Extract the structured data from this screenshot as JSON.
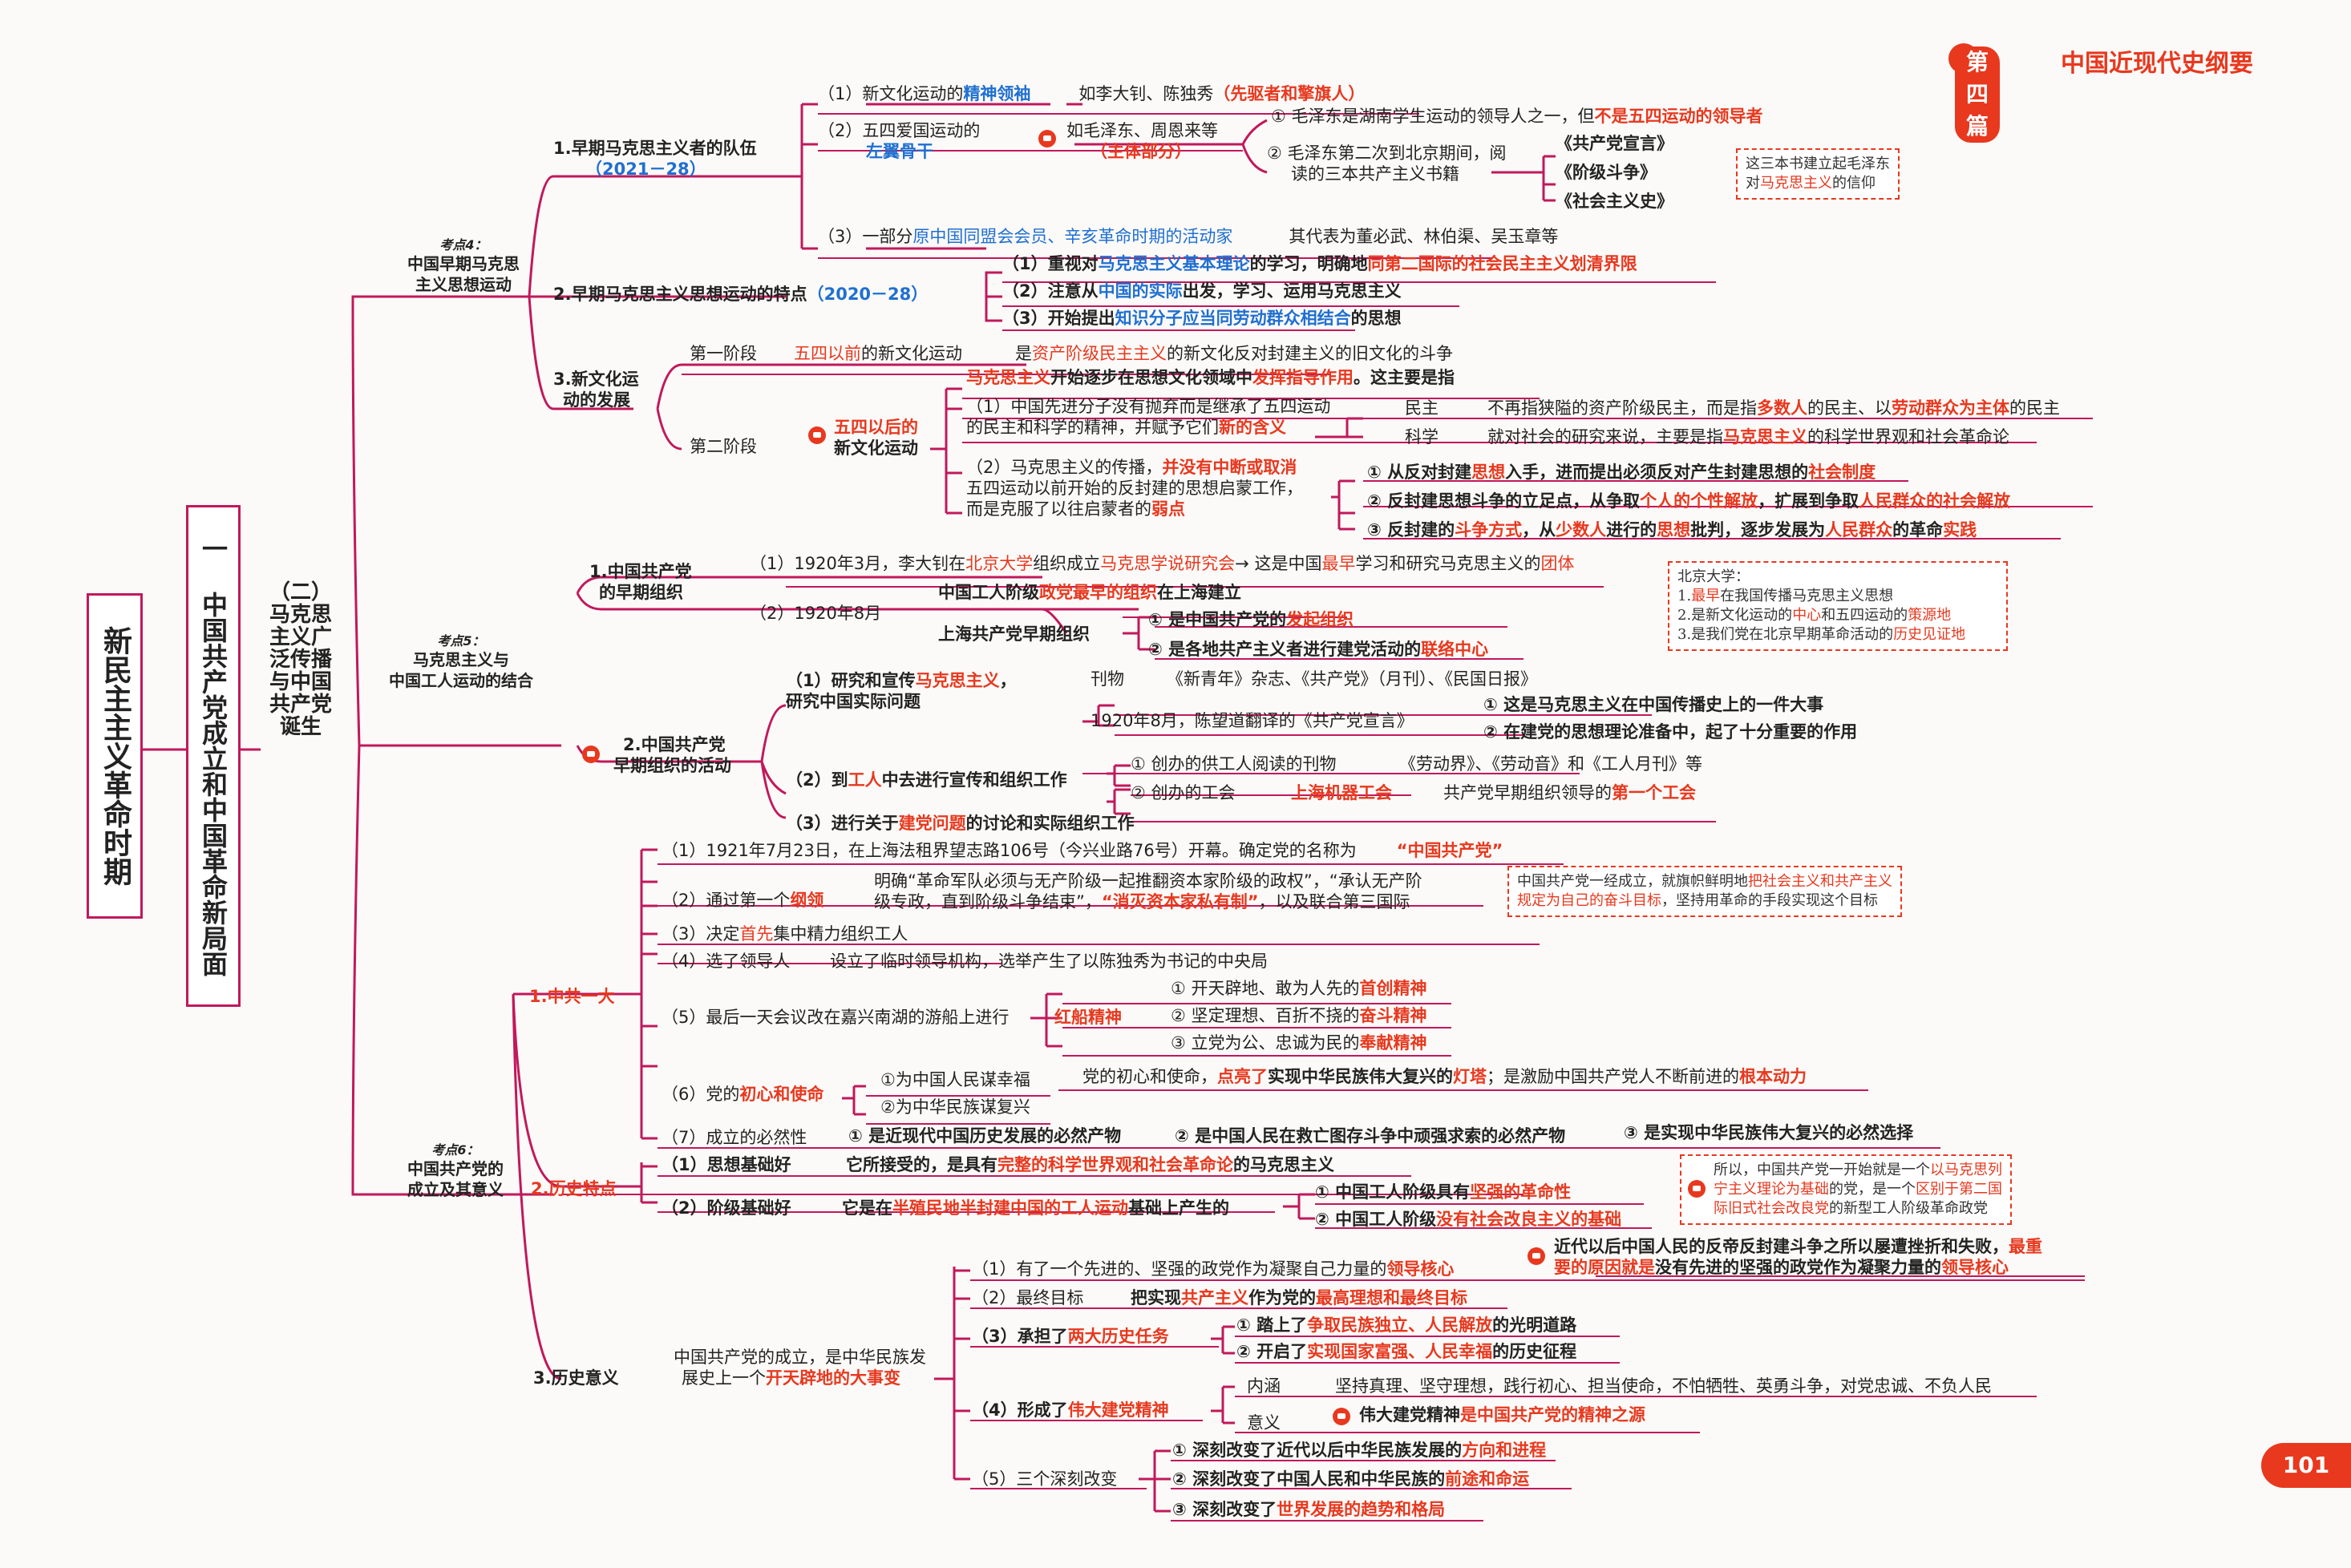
{
  "header": {
    "badge": "第四篇",
    "title": "中国近现代史纲要"
  },
  "page_number": "101",
  "root": "新民主主义革命时期",
  "chapter": "一 中国共产党成立和中国革命新局面",
  "section": "（二）马克思主义广泛传播与中国共产党诞生",
  "kd4": {
    "tag": "考点4：",
    "title1": "中国早期马克思",
    "title2": "主义思想运动"
  },
  "kd5": {
    "tag": "考点5：",
    "title1": "马克思主义与",
    "title2": "中国工人运动的结合"
  },
  "kd6": {
    "tag": "考点6：",
    "title1": "中国共产党的",
    "title2": "成立及其意义"
  },
  "a1": {
    "title": "1.早期马克思主义者的队伍",
    "year": "（2021－28）",
    "i1a": "（1）新文化运动的",
    "i1b": "精神领袖",
    "i1c": "如李大钊、陈独秀",
    "i1d": "（先驱者和擎旗人）",
    "i2a": "（2）五四爱国运动的",
    "i2b": "左翼骨干",
    "i2c": "如毛泽东、周恩来等",
    "i2d": "（主体部分）",
    "m1a": "① 毛泽东是湖南学生运动的领导人之一，但",
    "m1b": "不是五四运动的领导者",
    "m2a": "② 毛泽东第二次到北京期间，阅",
    "m2b": "读的三本共产主义书籍",
    "books": [
      "《共产党宣言》",
      "《阶级斗争》",
      "《社会主义史》"
    ],
    "note1": "这三本书建立起毛泽东",
    "note2a": "对",
    "note2b": "马克思主义",
    "note2c": "的信仰",
    "i3a": "（3）一部分",
    "i3b": "原中国同盟会会员、辛亥革命时期的活动家",
    "i3c": "其代表为董必武、林伯渠、吴玉章等"
  },
  "a2": {
    "title": "2.早期马克思主义思想运动的特点",
    "year": "（2020－28）",
    "p1a": "（1）重视对",
    "p1b": "马克思主义基本理论",
    "p1c": "的学习，明确地",
    "p1d": "同第二国际的社会民主主义划清界限",
    "p2a": "（2）注意从",
    "p2b": "中国的实际",
    "p2c": "出发，学习、运用马克思主义",
    "p3a": "（3）开始提出",
    "p3b": "知识分子应当同劳动群众相结合",
    "p3c": "的思想"
  },
  "a3": {
    "title1": "3.新文化运",
    "title2": "动的发展",
    "s1": "第一阶段",
    "s1a": "五四以前",
    "s1b": "的新文化运动",
    "s1c": "是",
    "s1d": "资产阶级民主主义",
    "s1e": "的新文化反对封建主义的旧文化的斗争",
    "s2": "第二阶段",
    "s2a": "五四以后的",
    "s2b": "新文化运动",
    "s2m1": "马克思主义",
    "s2m2": "开始逐步在思想文化领域中",
    "s2m3": "发挥指导作用",
    "s2m4": "。这主要是指",
    "c1a": "（1）中国先进分子没有抛弃而是继承了五四运动",
    "c1b": "的民主和科学的精神，并赋予它们",
    "c1c": "新的含义",
    "dm": "民主",
    "dm1": "不再指狭隘的资产阶级民主，而是指",
    "dm2": "多数人",
    "dm3": "的民主、以",
    "dm4": "劳动群众为主体",
    "dm5": "的民主",
    "kx": "科学",
    "kx1": "就对社会的研究来说，主要是指",
    "kx2": "马克思主义",
    "kx3": "的科学世界观和社会革命论",
    "c2a": "（2）马克思主义的传播，",
    "c2b": "并没有中断或取消",
    "c2c": "五四运动以前开始的反封建的思想启蒙工作，",
    "c2d": "而是克服了以往启蒙者的",
    "c2e": "弱点",
    "w1a": "① 从反对封建",
    "w1b": "思想",
    "w1c": "入手，进而提出必须反对产生封建思想的",
    "w1d": "社会制度",
    "w2a": "② 反封建思想斗争的立足点，从争取",
    "w2b": "个人的个性解放",
    "w2c": "，扩展到争取",
    "w2d": "人民群众的社会解放",
    "w3a": "③ 反封建的",
    "w3b": "斗争方式",
    "w3c": "，从",
    "w3d": "少数人",
    "w3e": "进行的",
    "w3f": "思想",
    "w3g": "批判，逐步发展为",
    "w3h": "人民群众",
    "w3i": "的革命",
    "w3j": "实践"
  },
  "b1": {
    "title1": "1.中国共产党",
    "title2": "的早期组织",
    "r1a": "（1）1920年3月，李大钊在",
    "r1b": "北京大学",
    "r1c": "组织成立",
    "r1d": "马克思学说研究会",
    "r1e": "→ 这是中国",
    "r1f": "最早",
    "r1g": "学习和研究马克思主义的",
    "r1h": "团体",
    "r2": "（2）1920年8月",
    "r2a": "中国工人阶级",
    "r2b": "政党最早的组织",
    "r2c": "在上海建立",
    "r2d": "上海共产党早期组织",
    "r2e": "① 是中国共产党的",
    "r2f": "发起组织",
    "r2g": "② 是各地共产主义者进行建党活动的",
    "r2h": "联络中心",
    "note_t": "北京大学：",
    "note1a": "1.",
    "note1b": "最早",
    "note1c": "在我国传播马克思主义思想",
    "note2a": "2.是新文化运动的",
    "note2b": "中心",
    "note2c": "和五四运动的",
    "note2d": "策源地",
    "note3a": "3.是我们党在北京早期革命活动的",
    "note3b": "历史见证地"
  },
  "b2": {
    "title1": "2.中国共产党",
    "title2": "早期组织的活动",
    "a1a": "（1）研究和宣传",
    "a1b": "马克思主义",
    "a1c": "，",
    "a1d": "研究中国实际问题",
    "kw": "刊物",
    "kw1": "《新青年》杂志、《共产党》（月刊）、《民国日报》",
    "xy": "1920年8月，陈望道翻译的《共产党宣言》",
    "xy1": "① 这是马克思主义在中国传播史上的一件大事",
    "xy2": "② 在建党的思想理论准备中，起了十分重要的作用",
    "a2a": "（2）到",
    "a2b": "工人",
    "a2c": "中去进行宣传和组织工作",
    "g1": "① 创办的供工人阅读的刊物",
    "g1a": "《劳动界》、《劳动音》和《工人月刊》等",
    "g2": "② 创办的工会",
    "g2a": "上海机器工会",
    "g2b": "共产党早期组织领导的",
    "g2c": "第一个工会",
    "a3a": "（3）进行关于",
    "a3b": "建党问题",
    "a3c": "的讨论和实际组织工作"
  },
  "c1": {
    "title": "1.中共一大",
    "q1": "（1）1921年7月23日，在上海法租界望志路106号（今兴业路76号）开幕。确定党的名称为",
    "q1a": "“中国共产党”",
    "q2a": "（2）通过第一个",
    "q2b": "纲领",
    "q2c": "明确“革命军队必须与无产阶级一起推翻资本家阶级的政权”，“承认无产阶",
    "q2d": "级专政，直到阶级斗争结束”，",
    "q2e": "“消灭资本家私有制”",
    "q2f": "，以及联合第三国际",
    "note1": "中国共产党一经成立，就旗帜鲜明地",
    "note1b": "把社会主义和共产主义",
    "note2a": "规定为自己的奋斗目标",
    "note2b": "，坚持用革命的手段实现这个目标",
    "q3a": "（3）决定",
    "q3b": "首先",
    "q3c": "集中精力组织工人",
    "q4": "（4）选了领导人",
    "q4a": "设立了临时领导机构，选举产生了以陈独秀为书记的中央局",
    "q5": "（5）最后一天会议改在嘉兴南湖的游船上进行",
    "q5a": "红船精神",
    "q5b": "① 开天辟地、敢为人先的",
    "q5b1": "首创精神",
    "q5c": "② 坚定理想、百折不挠的",
    "q5c1": "奋斗精神",
    "q5d": "③ 立党为公、忠诚为民的",
    "q5d1": "奉献精神",
    "q6a": "（6）党的",
    "q6b": "初心和使命",
    "q6c": "①为中国人民谋幸福",
    "q6d": "②为中华民族谋复兴",
    "q6e": "党的初心和使命，",
    "q6f": "点亮了",
    "q6g": "实现中华民族伟大复兴的",
    "q6h": "灯塔",
    "q6i": "；是激励中国共产党人不断前进的",
    "q6j": "根本动力",
    "q7": "（7）成立的必然性",
    "q7a": "① 是近现代中国历史发展的必然产物",
    "q7b": "② 是中国人民在救亡图存斗争中顽强求索的必然产物",
    "q7c": "③ 是实现中华民族伟大复兴的必然选择"
  },
  "c2": {
    "title": "2.历史特点",
    "h1": "（1）思想基础好",
    "h1a": "它所接受的，是具有",
    "h1b": "完整的科学世界观和社会革命论",
    "h1c": "的马克思主义",
    "h2": "（2）阶级基础好",
    "h2a": "它是在",
    "h2b": "半殖民地半封建中国的工人运动",
    "h2c": "基础上产生的",
    "h2d": "① 中国工人阶级具有",
    "h2e": "坚强的革命性",
    "h2f": "② 中国工人阶级",
    "h2g": "没有社会改良主义的基础",
    "note1a": "所以，中国共产党一开始就是一个",
    "note1b": "以马克思列",
    "note2a": "宁主义理论为基础",
    "note2b": "的党，是一个",
    "note2c": "区别于第二国",
    "note3a": "际旧式社会改良党",
    "note3b": "的新型工人阶级革命政党"
  },
  "c3": {
    "title": "3.历史意义",
    "lead1": "中国共产党的成立，是中华民族发",
    "lead2": "展史上一个",
    "lead3": "开天辟地的大事变",
    "y1a": "（1）有了一个先进的、坚强的政党作为凝聚自己力量的",
    "y1b": "领导核心",
    "y1c": "近代以后中国人民的反帝反封建斗争之所以屡遭挫折和失败，",
    "y1d": "最重",
    "y1e": "要的原因就是",
    "y1f": "没有先进的坚强的政党作为凝聚力量的",
    "y1g": "领导核心",
    "y2": "（2）最终目标",
    "y2a": "把实现",
    "y2b": "共产主义",
    "y2c": "作为党的",
    "y2d": "最高理想和最终目标",
    "y3a": "（3）承担了",
    "y3b": "两大历史任务",
    "y3c": "① 踏上了",
    "y3d": "争取民族独立、人民解放",
    "y3e": "的光明道路",
    "y3f": "② 开启了",
    "y3g": "实现国家富强、人民幸福",
    "y3h": "的历史征程",
    "y4a": "（4）形成了",
    "y4b": "伟大建党精神",
    "y4c": "内涵",
    "y4d": "坚持真理、坚守理想，践行初心、担当使命，不怕牺牲、英勇斗争，对党忠诚、不负人民",
    "y4e": "意义",
    "y4f": "伟大建党精神",
    "y4g": "是中国共产党的精神之源",
    "y5": "（5）三个深刻改变",
    "y5a": "① 深刻改变了近代以后中华民族发展的",
    "y5b": "方向和进程",
    "y5c": "② 深刻改变了中国人民和中华民族的",
    "y5d": "前途和命运",
    "y5e": "③ 深刻改变了",
    "y5f": "世界发展的趋势和格局"
  }
}
